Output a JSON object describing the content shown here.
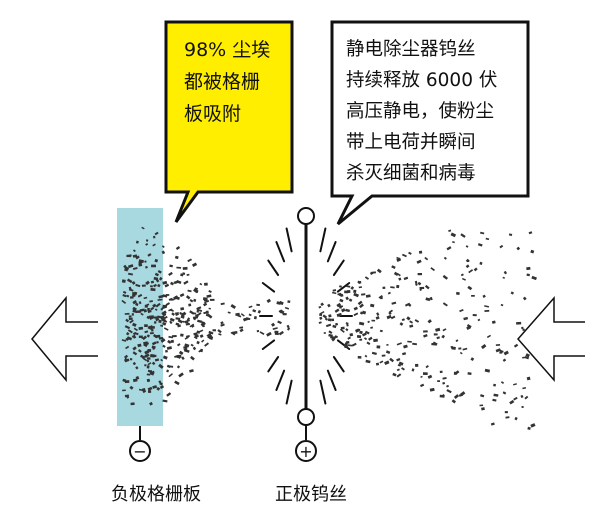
{
  "callouts": {
    "grid_capture": "98% 尘埃\n都被格栅\n板吸附",
    "wire_description": "静电除尘器钨丝\n持续释放 6000 伏\n高压静电，使粉尘\n带上电荷并瞬间\n杀灭细菌和病毒"
  },
  "labels": {
    "negative_grid": "负极格栅板",
    "positive_wire": "正极钨丝"
  },
  "symbols": {
    "negative": "−",
    "positive": "+"
  },
  "colors": {
    "callout_yellow": "#ffee00",
    "grid_plate": "#a8d8e0",
    "particle": "#333333",
    "outline": "#111111"
  },
  "icons": [
    "airflow-in-arrow-icon",
    "airflow-out-arrow-icon"
  ]
}
